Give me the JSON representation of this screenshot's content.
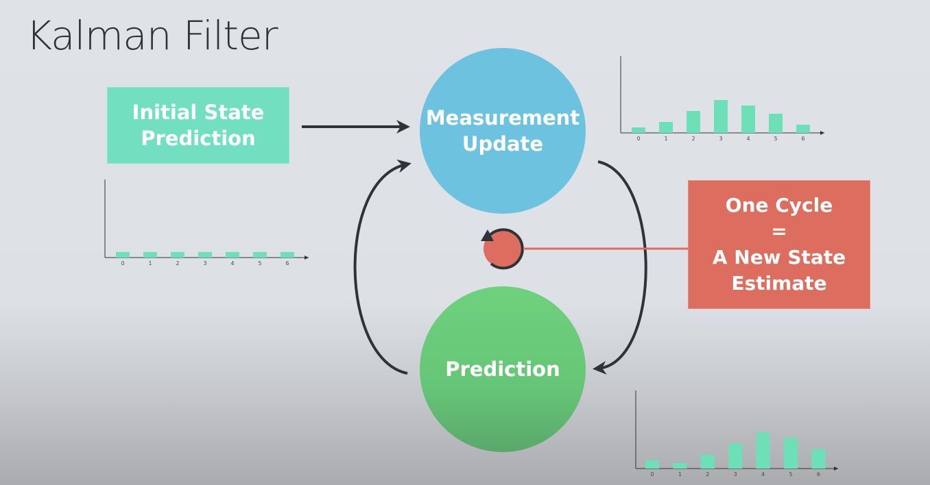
{
  "title": "Kalman Filter",
  "initial_state": {
    "line1": "Initial State",
    "line2": "Prediction"
  },
  "measurement": {
    "line1": "Measurement",
    "line2": "Update"
  },
  "prediction": {
    "label": "Prediction"
  },
  "cycle": {
    "line1": "One Cycle",
    "line2": "=",
    "line3": "A New State",
    "line4": "Estimate"
  },
  "colors": {
    "teal": "#73dfc1",
    "blue": "#6dc3df",
    "green": "#6fd17e",
    "red": "#dd6e5f",
    "bar": "#6ee0b8",
    "arrow": "#2e3338"
  },
  "chart_data": [
    {
      "type": "bar",
      "categories": [
        "0",
        "1",
        "2",
        "3",
        "4",
        "5",
        "6"
      ],
      "values": [
        1,
        1,
        1,
        1,
        1,
        1,
        1
      ],
      "ylim": [
        0,
        14
      ]
    },
    {
      "type": "bar",
      "categories": [
        "0",
        "1",
        "2",
        "3",
        "4",
        "5",
        "6"
      ],
      "values": [
        1,
        2,
        4,
        6,
        5,
        3.5,
        1.5
      ],
      "ylim": [
        0,
        14
      ]
    },
    {
      "type": "bar",
      "categories": [
        "0",
        "1",
        "2",
        "3",
        "4",
        "5",
        "6"
      ],
      "values": [
        1.5,
        1,
        2.5,
        4.5,
        6.5,
        5.5,
        3.5
      ],
      "ylim": [
        0,
        14
      ]
    }
  ]
}
